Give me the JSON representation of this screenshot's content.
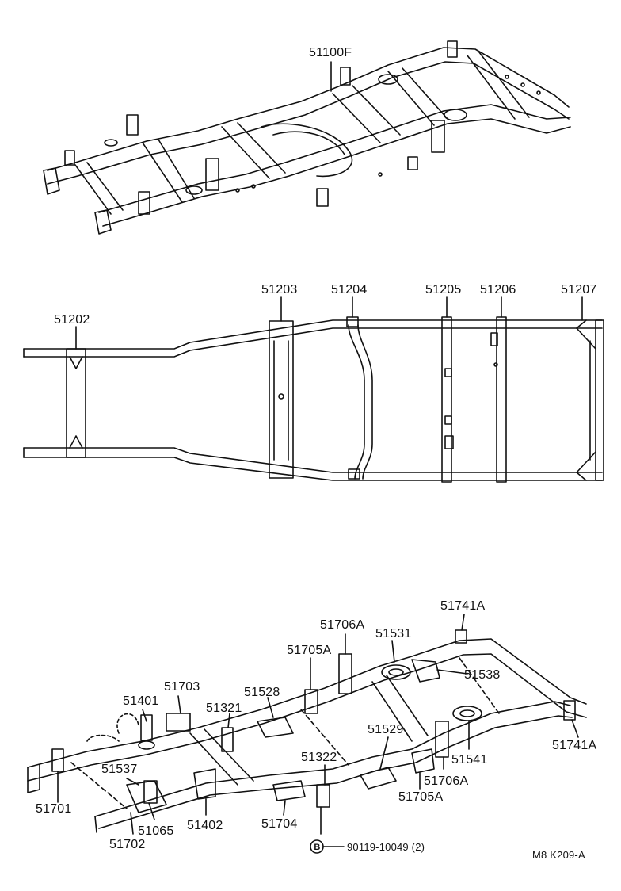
{
  "top": {
    "part_label": "51100F"
  },
  "middle": {
    "labels": [
      "51202",
      "51203",
      "51204",
      "51205",
      "51206",
      "51207"
    ]
  },
  "bottom": {
    "labels": {
      "p51741A_top": "51741A",
      "p51706A_top": "51706A",
      "p51531": "51531",
      "p51705A_top": "51705A",
      "p51538": "51538",
      "p51703": "51703",
      "p51528": "51528",
      "p51401": "51401",
      "p51321": "51321",
      "p51529": "51529",
      "p51741A_right": "51741A",
      "p51322": "51322",
      "p51541": "51541",
      "p51537": "51537",
      "p51706A_bot": "51706A",
      "p51701": "51701",
      "p51705A_bot": "51705A",
      "p51065": "51065",
      "p51402": "51402",
      "p51704": "51704",
      "p51702": "51702"
    },
    "bolt_symbol": "B",
    "bolt_part": "90119-10049 (2)",
    "footer_code": "M8  K209-A"
  }
}
